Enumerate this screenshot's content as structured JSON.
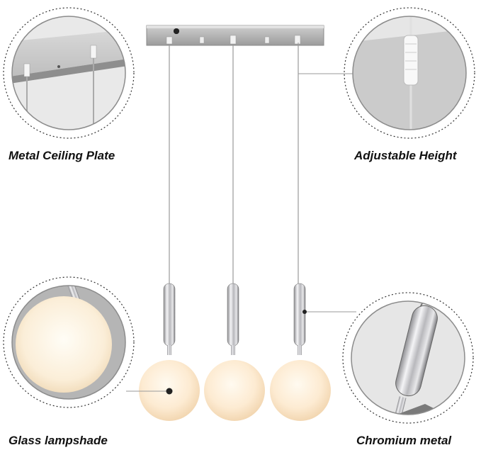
{
  "labels": {
    "ceiling_plate": "Metal Ceiling Plate",
    "adjustable_height": "Adjustable Height",
    "glass_lampshade": "Glass lampshade",
    "chromium_metal": "Chromium metal"
  },
  "colors": {
    "plate": "#a8a8a8",
    "chrome": "#c9c9cc",
    "globe": "#fbeedb",
    "circle_border": "#8c8c8c",
    "dashed_ring": "#333333"
  }
}
